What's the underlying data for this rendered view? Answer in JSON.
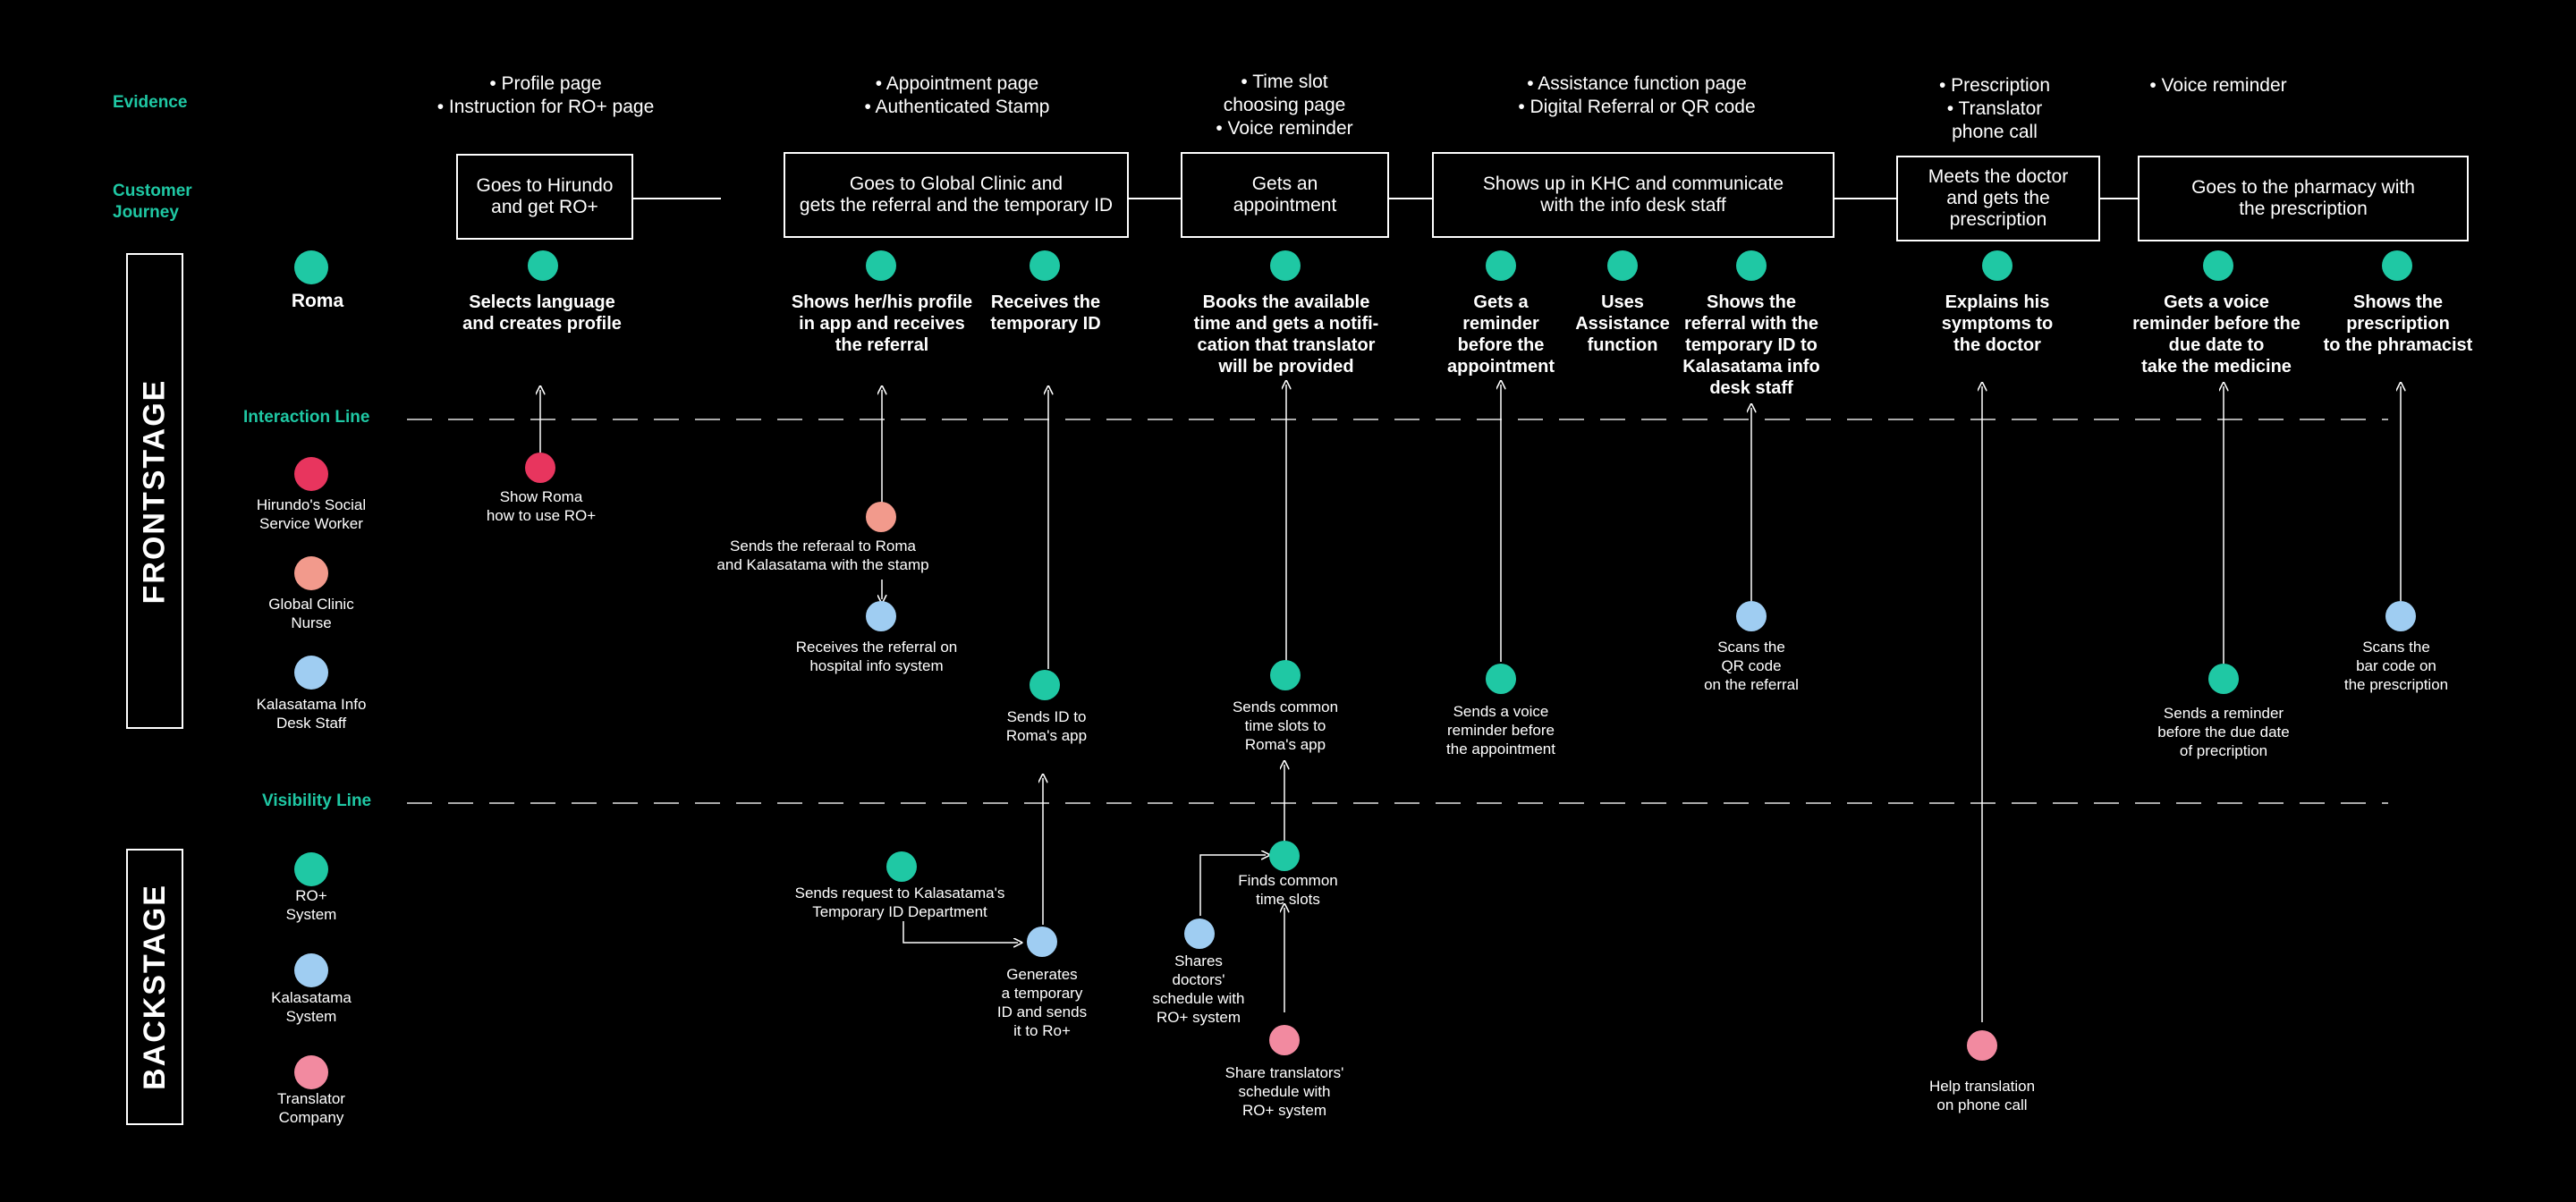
{
  "labels": {
    "evidence": "Evidence",
    "customer_journey": "Customer\nJourney",
    "interaction_line": "Interaction Line",
    "visibility_line": "Visibility Line",
    "frontstage": "FRONTSTAGE",
    "backstage": "BACKSTAGE"
  },
  "colors": {
    "accent": "#1fc8a4",
    "blue": "#9fcdf2",
    "pink": "#f28aa0",
    "red": "#e8355e"
  },
  "evidence": [
    [
      "• Profile page",
      "• Instruction for RO+ page"
    ],
    [
      "• Appointment page",
      "• Authenticated Stamp"
    ],
    [
      "• Time slot",
      "choosing page",
      "• Voice reminder"
    ],
    [
      "• Assistance function page",
      "• Digital Referral or QR code"
    ],
    [
      "• Prescription",
      "• Translator",
      "phone call"
    ],
    [
      "• Voice reminder"
    ]
  ],
  "journey": [
    "Goes to Hirundo\nand get RO+",
    "Goes to Global Clinic and\ngets the referral and the temporary ID",
    "Gets an\nappointment",
    "Shows up in KHC and communicate\nwith the info desk staff",
    "Meets the doctor\nand gets the\nprescription",
    "Goes to the pharmacy with\nthe prescription"
  ],
  "actors": {
    "roma": "Roma",
    "social_worker": "Hirundo's Social\nService Worker",
    "nurse": "Global Clinic\nNurse",
    "info_desk": "Kalasatama Info\nDesk Staff",
    "ro_system": "RO+\nSystem",
    "kalasatama_system": "Kalasatama\nSystem",
    "translator_company": "Translator\nCompany"
  },
  "roma_actions": [
    "Selects language\nand creates profile",
    "Shows her/his profile\nin app and receives\nthe referral",
    "Receives the\ntemporary ID",
    "Books the available\ntime and gets a notifi-\ncation that translator\nwill be provided",
    "Gets a\nreminder\nbefore the\nappointment",
    "Uses\nAssistance\nfunction",
    "Shows the\nreferral with the\ntemporary ID to\nKalasatama info\ndesk staff",
    "Explains his\nsymptoms to\nthe doctor",
    "Gets a voice\nreminder before the\ndue date to\ntake the medicine",
    "Shows the\nprescription\nto the phramacist"
  ],
  "front_steps": [
    "Show Roma\nhow to use RO+",
    "Sends the referaal to Roma\nand Kalasatama with the stamp",
    "Receives the referral on\nhospital info system",
    "Sends ID to\nRoma's app",
    "Sends common\ntime slots to\nRoma's app",
    "Sends a voice\nreminder before\nthe appointment",
    "Scans the\nQR code\non the referral",
    "Sends a reminder\nbefore the due date\nof precription",
    "Scans the\nbar code on\nthe prescription"
  ],
  "back_steps": [
    "Sends request to Kalasatama's\nTemporary ID Department",
    "Generates\na temporary\nID and sends\nit to Ro+",
    "Finds common\ntime slots",
    "Shares\ndoctors'\nschedule with\nRO+ system",
    "Share translators'\nschedule with\nRO+ system",
    "Help translation\non phone call"
  ]
}
